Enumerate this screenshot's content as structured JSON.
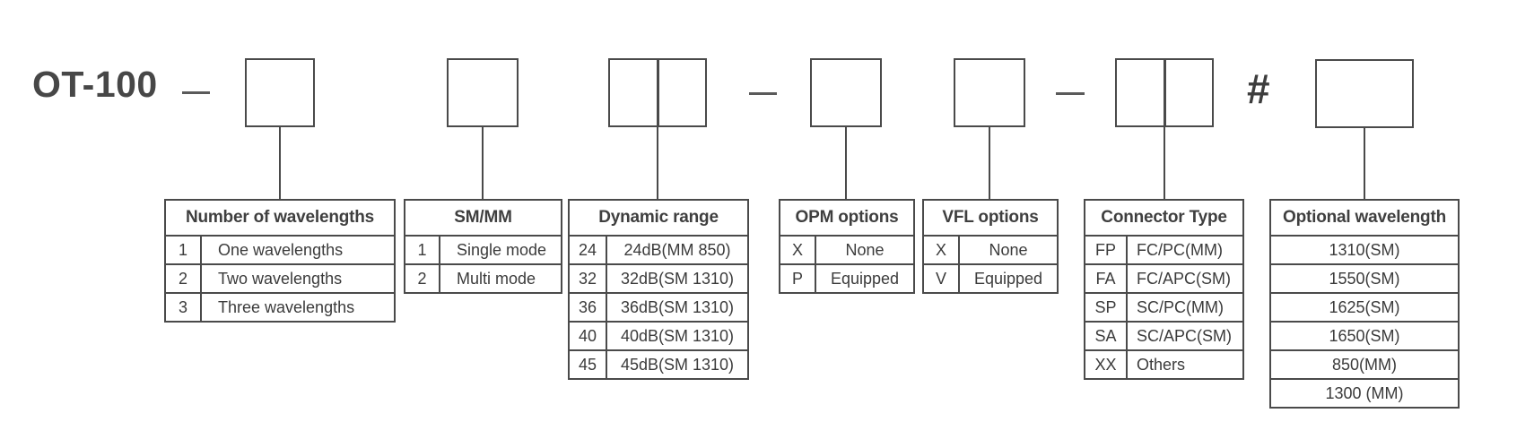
{
  "title": "OT-100",
  "separator_dash": "—",
  "separator_hash": "#",
  "colors": {
    "line": "#4a4a4a",
    "text": "#3b3b3b",
    "title_text": "#474747"
  },
  "segments": [
    {
      "name": "number-of-wavelengths",
      "table_title": "Number of wavelengths",
      "rows": [
        {
          "code": "1",
          "label": "One wavelengths"
        },
        {
          "code": "2",
          "label": "Two wavelengths"
        },
        {
          "code": "3",
          "label": "Three wavelengths"
        }
      ]
    },
    {
      "name": "sm-mm",
      "table_title": "SM/MM",
      "rows": [
        {
          "code": "1",
          "label": "Single mode"
        },
        {
          "code": "2",
          "label": "Multi mode"
        }
      ]
    },
    {
      "name": "dynamic-range",
      "table_title": "Dynamic range",
      "rows": [
        {
          "code": "24",
          "label": "24dB(MM 850)"
        },
        {
          "code": "32",
          "label": "32dB(SM 1310)"
        },
        {
          "code": "36",
          "label": "36dB(SM 1310)"
        },
        {
          "code": "40",
          "label": "40dB(SM 1310)"
        },
        {
          "code": "45",
          "label": "45dB(SM 1310)"
        }
      ]
    },
    {
      "name": "opm-options",
      "table_title": "OPM options",
      "rows": [
        {
          "code": "X",
          "label": "None"
        },
        {
          "code": "P",
          "label": "Equipped"
        }
      ]
    },
    {
      "name": "vfl-options",
      "table_title": "VFL options",
      "rows": [
        {
          "code": "X",
          "label": "None"
        },
        {
          "code": "V",
          "label": "Equipped"
        }
      ]
    },
    {
      "name": "connector-type",
      "table_title": "Connector Type",
      "rows": [
        {
          "code": "FP",
          "label": "FC/PC(MM)"
        },
        {
          "code": "FA",
          "label": "FC/APC(SM)"
        },
        {
          "code": "SP",
          "label": "SC/PC(MM)"
        },
        {
          "code": "SA",
          "label": "SC/APC(SM)"
        },
        {
          "code": "XX",
          "label": "Others"
        }
      ]
    },
    {
      "name": "optional-wavelength",
      "table_title": "Optional wavelength",
      "rows": [
        {
          "label": "1310(SM)"
        },
        {
          "label": "1550(SM)"
        },
        {
          "label": "1625(SM)"
        },
        {
          "label": "1650(SM)"
        },
        {
          "label": "850(MM)"
        },
        {
          "label": "1300 (MM)"
        }
      ]
    }
  ]
}
